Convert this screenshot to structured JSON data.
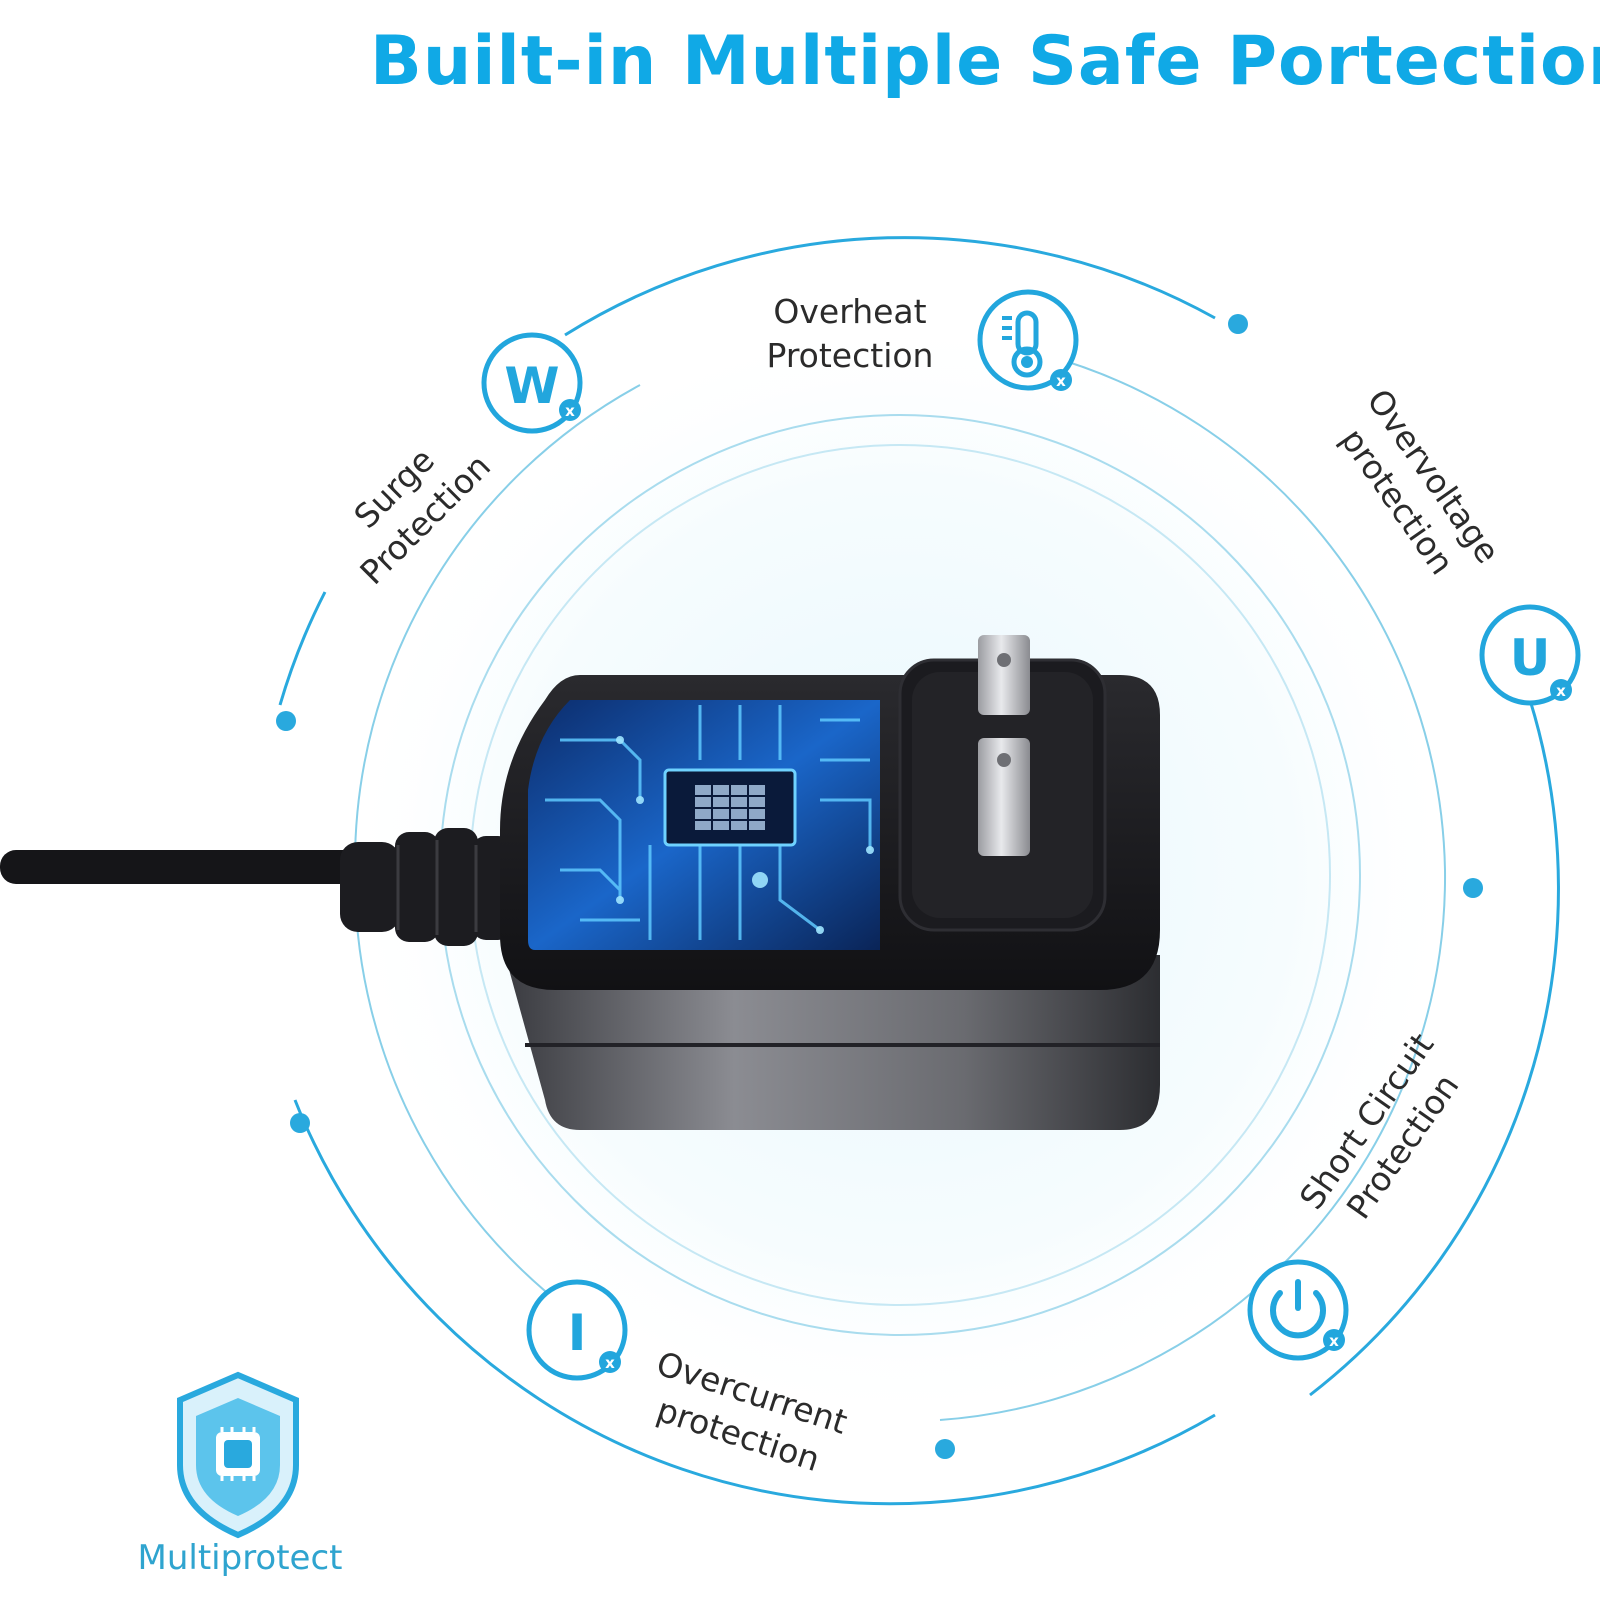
{
  "title": "Built-in Multiple Safe Portections",
  "features": {
    "surge": {
      "line1": "Surge",
      "line2": "Protection",
      "icon_letter": "W",
      "icon_sub": "x"
    },
    "overheat": {
      "line1": "Overheat",
      "line2": "Protection",
      "icon_sub": "x"
    },
    "overvoltage": {
      "line1": "Overvoltage",
      "line2": "protection",
      "icon_letter": "U",
      "icon_sub": "x"
    },
    "short_circuit": {
      "line1": "Short Circuit",
      "line2": "Protection",
      "icon_sub": "x"
    },
    "overcurrent": {
      "line1": "Overcurrent",
      "line2": "protection",
      "icon_letter": "I",
      "icon_sub": "x"
    }
  },
  "badge": {
    "label": "Multiprotect",
    "icon": "shield-chip-icon"
  },
  "product": {
    "icon": "power-adapter-image"
  },
  "colors": {
    "accent": "#10a9e6",
    "ring": "#8fd3ec",
    "text": "#2b2b2b"
  }
}
